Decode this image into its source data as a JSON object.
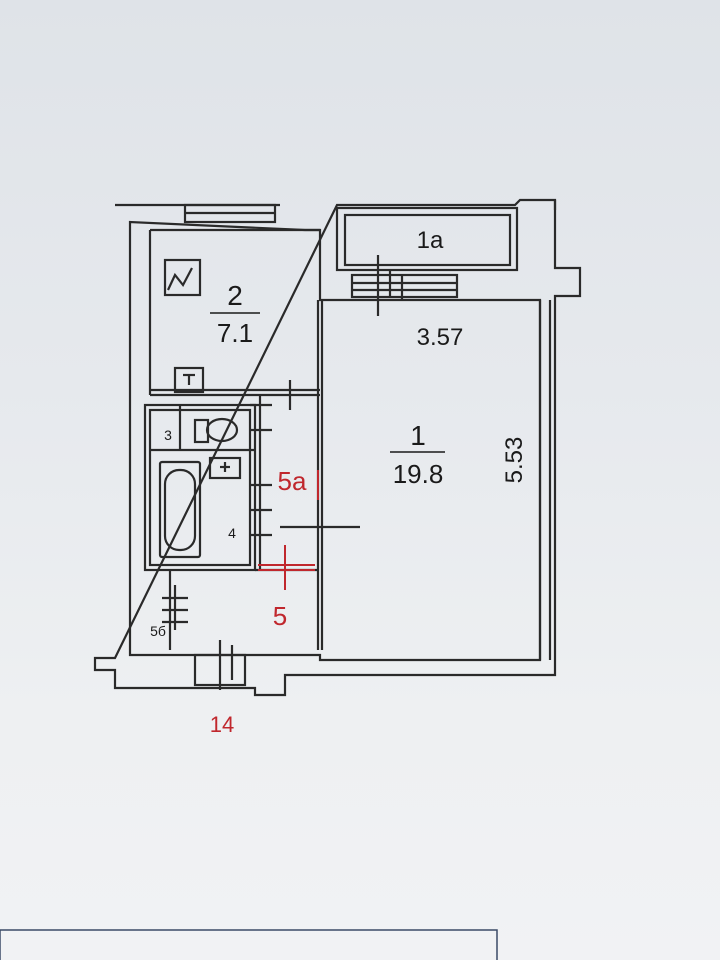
{
  "plan": {
    "rooms": {
      "room_1": {
        "number": "1",
        "area": "19.8"
      },
      "room_1a": {
        "number": "1a"
      },
      "room_2": {
        "number": "2",
        "area": "7.1"
      },
      "room_3": {
        "number": "3"
      },
      "room_4": {
        "number": "4"
      },
      "room_5": {
        "number": "5"
      },
      "room_5a": {
        "number": "5a"
      },
      "room_5b": {
        "number": "5б"
      }
    },
    "dimensions": {
      "width": "3.57",
      "length": "5.53"
    },
    "stairwell_number": "14",
    "colors": {
      "walls": "#2a2a2a",
      "red_marks": "#c0272d",
      "paper": "#e6e9ed"
    }
  }
}
